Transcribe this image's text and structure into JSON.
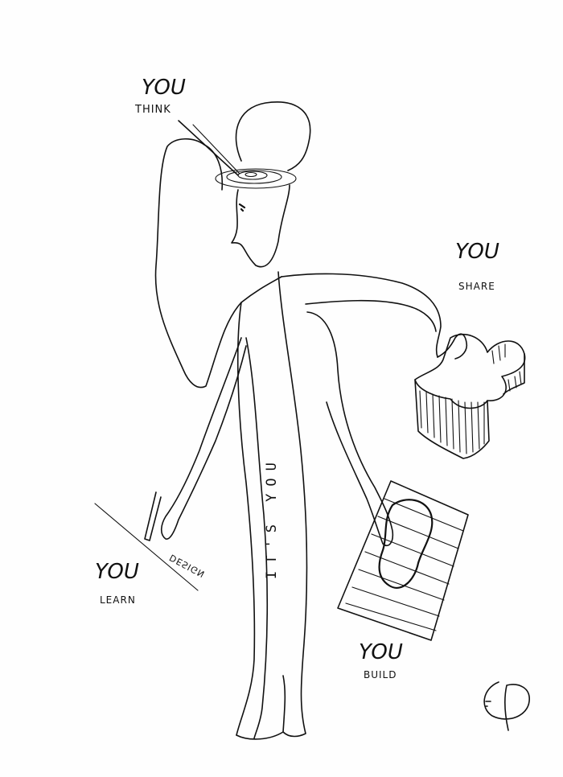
{
  "captions": {
    "think": {
      "you": "YOU",
      "verb": "THINK"
    },
    "share": {
      "you": "YOU",
      "verb": "SHARE"
    },
    "learn": {
      "you": "YOU",
      "verb": "LEARN"
    },
    "build": {
      "you": "YOU",
      "verb": "BUILD"
    }
  },
  "body_text": "IT'S YOU",
  "pencil_text": "DESIGN"
}
